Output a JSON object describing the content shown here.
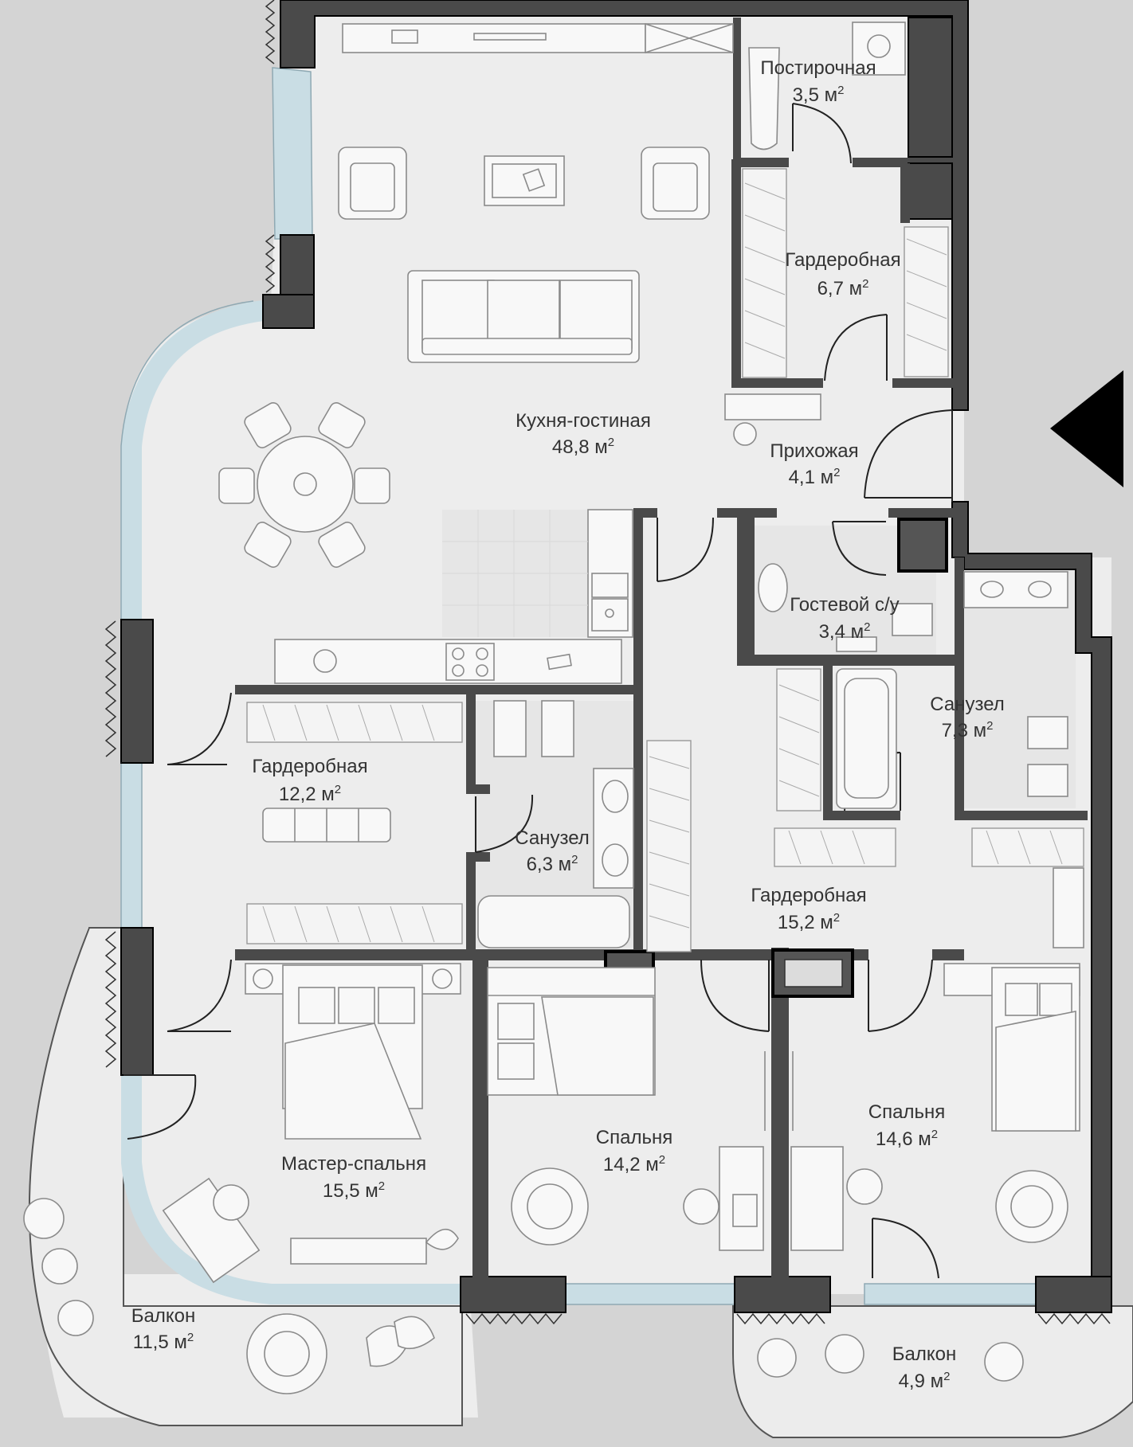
{
  "rooms": {
    "kitchen_living": {
      "name": "Кухня-гостиная",
      "area": "48,8 м",
      "unit_sup": "2"
    },
    "laundry": {
      "name": "Постирочная",
      "area": "3,5 м",
      "unit_sup": "2"
    },
    "wardrobe_top": {
      "name": "Гардеробная",
      "area": "6,7 м",
      "unit_sup": "2"
    },
    "hallway": {
      "name": "Прихожая",
      "area": "4,1 м",
      "unit_sup": "2"
    },
    "guest_wc": {
      "name": "Гостевой с/у",
      "area": "3,4 м",
      "unit_sup": "2"
    },
    "bathroom_right": {
      "name": "Санузел",
      "area": "7,3 м",
      "unit_sup": "2"
    },
    "wardrobe_left": {
      "name": "Гардеробная",
      "area": "12,2 м",
      "unit_sup": "2"
    },
    "bathroom_center": {
      "name": "Санузел",
      "area": "6,3 м",
      "unit_sup": "2"
    },
    "wardrobe_center": {
      "name": "Гардеробная",
      "area": "15,2 м",
      "unit_sup": "2"
    },
    "master_bedroom": {
      "name": "Мастер-спальня",
      "area": "15,5 м",
      "unit_sup": "2"
    },
    "bedroom_center": {
      "name": "Спальня",
      "area": "14,2 м",
      "unit_sup": "2"
    },
    "bedroom_right": {
      "name": "Спальня",
      "area": "14,6 м",
      "unit_sup": "2"
    },
    "balcony_left": {
      "name": "Балкон",
      "area": "11,5 м",
      "unit_sup": "2"
    },
    "balcony_right": {
      "name": "Балкон",
      "area": "4,9 м",
      "unit_sup": "2"
    }
  },
  "colors": {
    "background": "#d4d4d4",
    "floor": "#ededed",
    "wall": "#4a4a4a",
    "glass": "#c9dde4",
    "entrance_marker": "#000000"
  },
  "icons": {
    "entrance": "entrance-arrow-icon"
  }
}
